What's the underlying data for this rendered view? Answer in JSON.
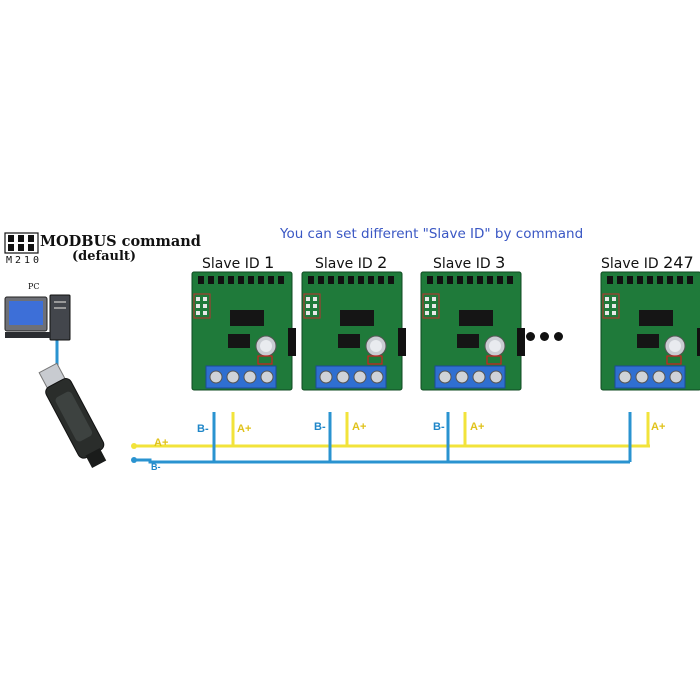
{
  "diagram": {
    "banner": "You can set different \"Slave ID\" by command",
    "header": {
      "title": "MODBUS command",
      "subtitle": "(default)",
      "jumper_code": "M210"
    },
    "pc_label": "PC",
    "slaves": [
      {
        "prefix": "Slave ID ",
        "id": "1"
      },
      {
        "prefix": "Slave ID ",
        "id": "2"
      },
      {
        "prefix": "Slave ID ",
        "id": "3"
      },
      {
        "prefix": "Slave ID ",
        "id": "247"
      }
    ],
    "wire_labels": {
      "b_minus": "B-",
      "a_plus": "A+",
      "usb_a": "A+",
      "usb_b": "B-"
    },
    "colors": {
      "wire_a": "#f2e33a",
      "wire_b": "#2a93d0",
      "pcb": "#1f7a3a",
      "terminal": "#2f6fd1",
      "banner_text": "#3a57c4"
    },
    "icons": [
      "pc-icon",
      "usb-adapter-icon",
      "jumper-icon",
      "pcb-module-icon",
      "ellipsis-icon"
    ]
  }
}
